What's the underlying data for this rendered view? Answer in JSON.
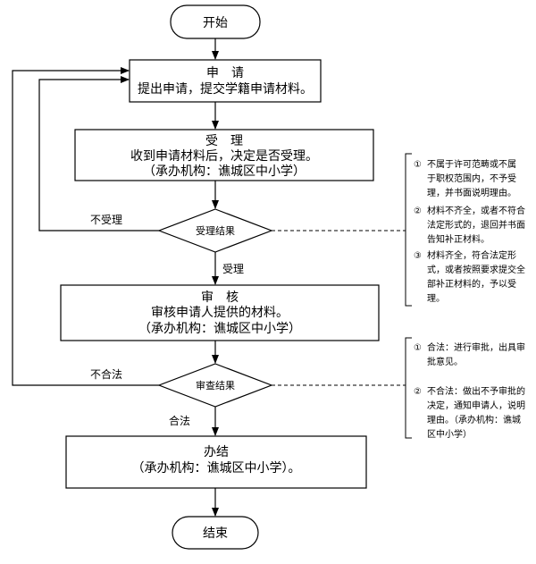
{
  "flow": {
    "start": "开始",
    "apply": {
      "title": "申　请",
      "line1": "提出申请，提交学籍申请材料。"
    },
    "accept": {
      "title": "受　理",
      "line1": "收到申请材料后，决定是否受理。",
      "line2": "（承办机构：谯城区中小学）"
    },
    "decision1": {
      "label": "受理结果",
      "no": "不受理",
      "yes": "受理"
    },
    "review": {
      "title": "审　核",
      "line1": "审核申请人提供的材料。",
      "line2": "（承办机构：谯城区中小学）"
    },
    "decision2": {
      "label": "审查结果",
      "no": "不合法",
      "yes": "合法"
    },
    "finish": {
      "title": "办结",
      "line1": "（承办机构：谯城区中小学）。"
    },
    "end": "结束"
  },
  "notes": {
    "note1": {
      "items": [
        {
          "num": "①",
          "lines": [
            "不属于许可范畴或不属",
            "于职权范围内，不予受",
            "理，并书面说明理由。"
          ]
        },
        {
          "num": "②",
          "lines": [
            "材料不齐全，或者不符合",
            "法定形式的，退回并书面",
            "告知补正材料。"
          ]
        },
        {
          "num": "③",
          "lines": [
            "材料齐全，符合法定形",
            "式，或者按照要求提交全",
            "部补正材料的，予以受",
            "理。"
          ]
        }
      ]
    },
    "note2": {
      "items": [
        {
          "num": "①",
          "lines": [
            "合法：进行审批，出具审",
            "批意见。"
          ]
        },
        {
          "num": "②",
          "lines": [
            "不合法：做出不予审批的",
            "决定，通知申请人，说明",
            "理由。（承办机构：谯城",
            "区中小学）"
          ]
        }
      ]
    }
  }
}
